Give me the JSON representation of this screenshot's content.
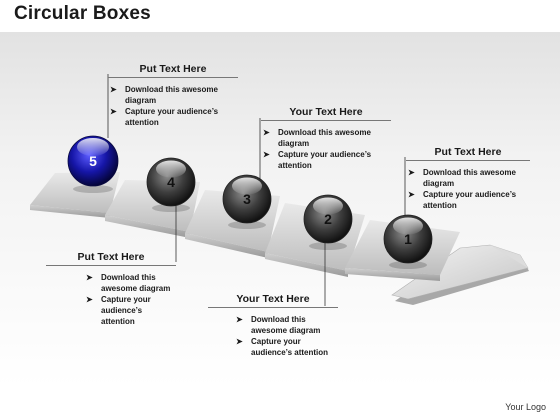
{
  "title": "Circular Boxes",
  "footer": "Your Logo",
  "steps": [
    {
      "number": "5",
      "color": "#1a1ab0"
    },
    {
      "number": "4",
      "color": "#555555"
    },
    {
      "number": "3",
      "color": "#555555"
    },
    {
      "number": "2",
      "color": "#555555"
    },
    {
      "number": "1",
      "color": "#555555"
    }
  ],
  "callouts": [
    {
      "heading": "Put Text Here",
      "bullets": [
        "Download this awesome diagram",
        "Capture your audience’s attention"
      ]
    },
    {
      "heading": "Your Text Here",
      "bullets": [
        "Download this awesome diagram",
        "Capture your audience’s attention"
      ]
    },
    {
      "heading": "Put Text Here",
      "bullets": [
        "Download this awesome diagram",
        "Capture your audience’s attention"
      ]
    },
    {
      "heading": "Put Text Here",
      "bullets": [
        "Download this awesome diagram",
        "Capture your audience’s attention"
      ]
    },
    {
      "heading": "Your Text Here",
      "bullets": [
        "Download this awesome diagram",
        "Capture your audience’s attention"
      ]
    }
  ]
}
